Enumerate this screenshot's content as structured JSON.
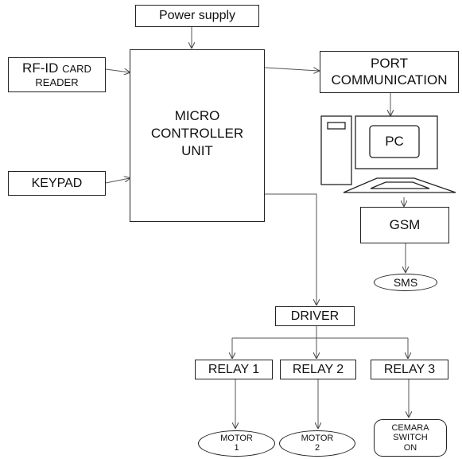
{
  "nodes": {
    "power_supply": "Power supply",
    "rfid_line1_big": "RF-ID ",
    "rfid_line1_small": "CARD",
    "rfid_line2": "READER",
    "keypad": "KEYPAD",
    "mcu_line1": "MICRO",
    "mcu_line2": "CONTROLLER",
    "mcu_line3": "UNIT",
    "port_line1": "PORT",
    "port_line2": "COMMUNICATION",
    "pc": "PC",
    "gsm": "GSM",
    "sms": "SMS",
    "driver": "DRIVER",
    "relay1": "RELAY 1",
    "relay2": "RELAY 2",
    "relay3": "RELAY 3",
    "motor1_line1": "MOTOR",
    "motor1_line2": "1",
    "motor2_line1": "MOTOR",
    "motor2_line2": "2",
    "camera_line1": "CEMARA",
    "camera_line2": "SWITCH",
    "camera_line3": "ON"
  },
  "colors": {
    "stroke": "#222222",
    "background": "#ffffff"
  },
  "icons": {
    "computer": "desktop-computer-icon"
  }
}
